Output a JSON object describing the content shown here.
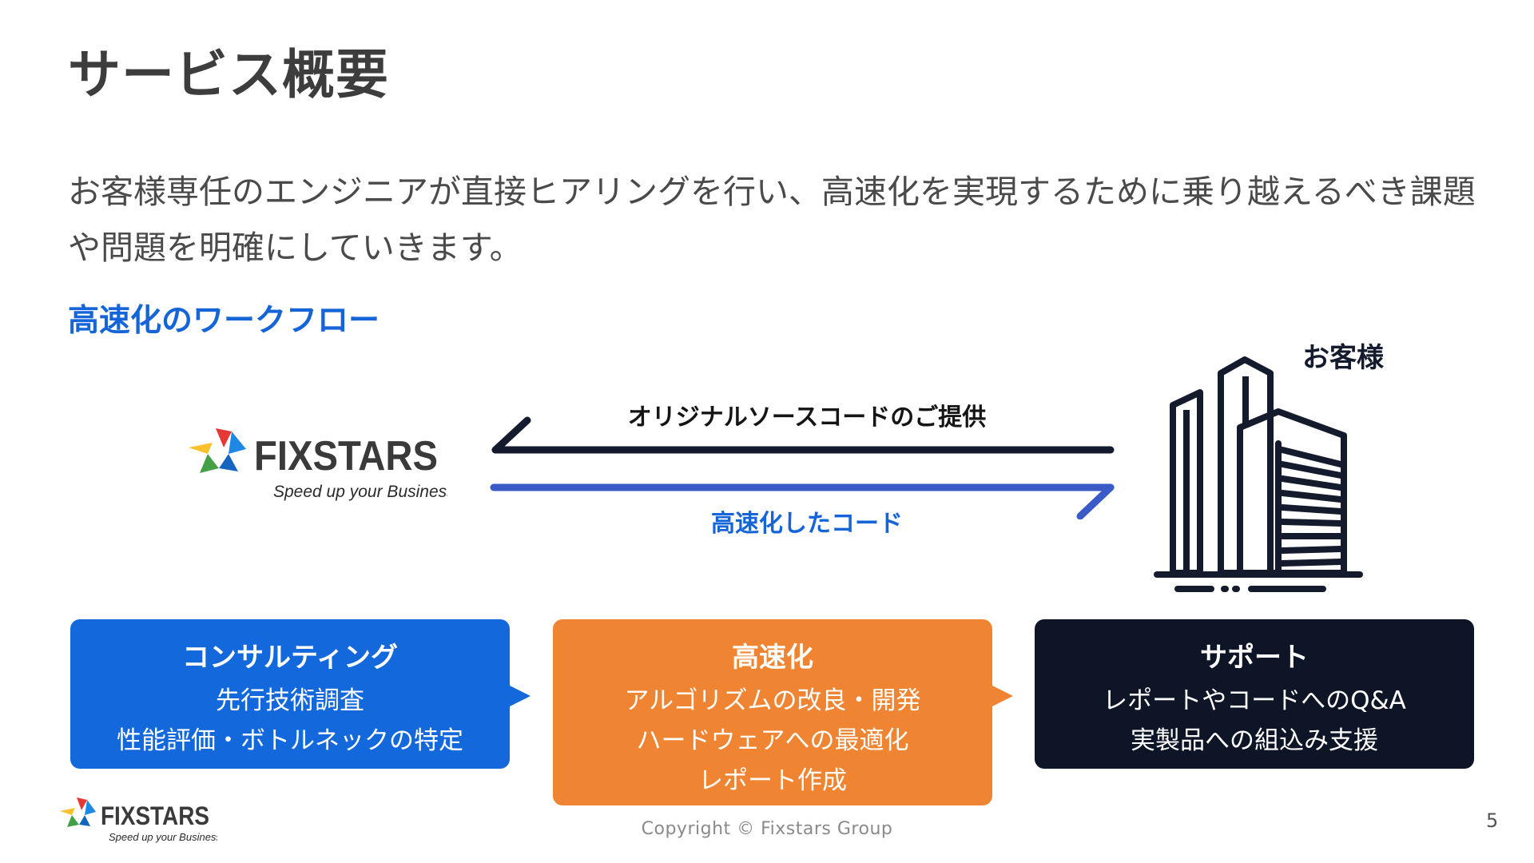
{
  "slide": {
    "title": "サービス概要",
    "lead": "お客様専任のエンジニアが直接ヒアリングを行い、高速化を実現するために乗り越えるべき課題や問題を明確にしていきます。",
    "section_heading": "高速化のワークフロー"
  },
  "logo": {
    "wordmark": "FIXSTARS",
    "tagline": "Speed up your Business"
  },
  "workflow": {
    "customer_label": "お客様",
    "arrow_top_label": "オリジナルソースコードのご提供",
    "arrow_bottom_label": "高速化したコード"
  },
  "cards": [
    {
      "title": "コンサルティング",
      "lines": [
        "先行技術調査",
        "性能評価・ボトルネックの特定"
      ]
    },
    {
      "title": "高速化",
      "lines": [
        "アルゴリズムの改良・開発",
        "ハードウェアへの最適化",
        "レポート作成"
      ]
    },
    {
      "title": "サポート",
      "lines": [
        "レポートやコードへのQ&A",
        "実製品への組込み支援"
      ]
    }
  ],
  "footer": {
    "copyright": "Copyright © Fixstars Group",
    "page_number": "5"
  },
  "colors": {
    "accent_blue": "#1368dc",
    "accent_orange": "#ef8532",
    "dark_navy": "#0d1526",
    "arrow_blue": "#3a5bc7"
  }
}
